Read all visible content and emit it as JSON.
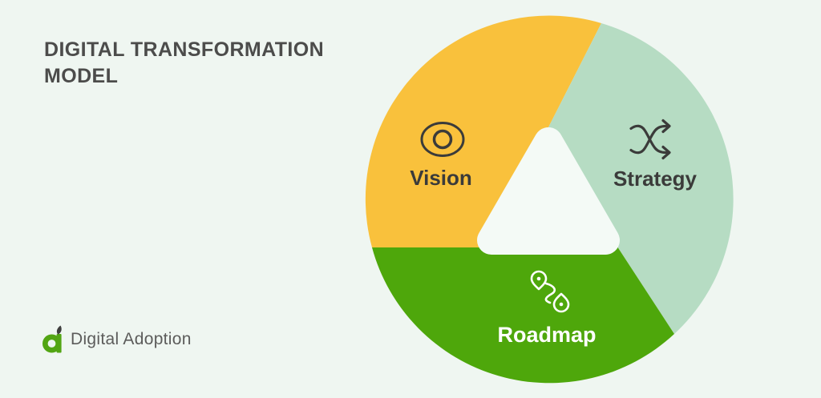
{
  "title": {
    "lines": [
      "DIGITAL TRANSFORMATION",
      "MODEL"
    ],
    "color": "#4C4C4B"
  },
  "diagram": {
    "segments": [
      {
        "label": "Vision",
        "icon": "eye-icon",
        "color": "#F9C13C",
        "label_color": "#3B3B3A",
        "icon_color": "#3B3B3A"
      },
      {
        "label": "Strategy",
        "icon": "shuffle-icon",
        "color": "#B6DCC3",
        "label_color": "#3B3B3A",
        "icon_color": "#3B3B3A"
      },
      {
        "label": "Roadmap",
        "icon": "route-icon",
        "color": "#4EA70B",
        "label_color": "#FFFFFF",
        "icon_color": "#FFFFFF"
      }
    ],
    "center_triangle_color": "#F4FAF6"
  },
  "page": {
    "background_color": "#EFF6F1"
  },
  "logo": {
    "text": "Digital Adoption",
    "text_color": "#5C5C5B",
    "mark_color": "#52A513",
    "leaf_color": "#3E3E3D"
  }
}
